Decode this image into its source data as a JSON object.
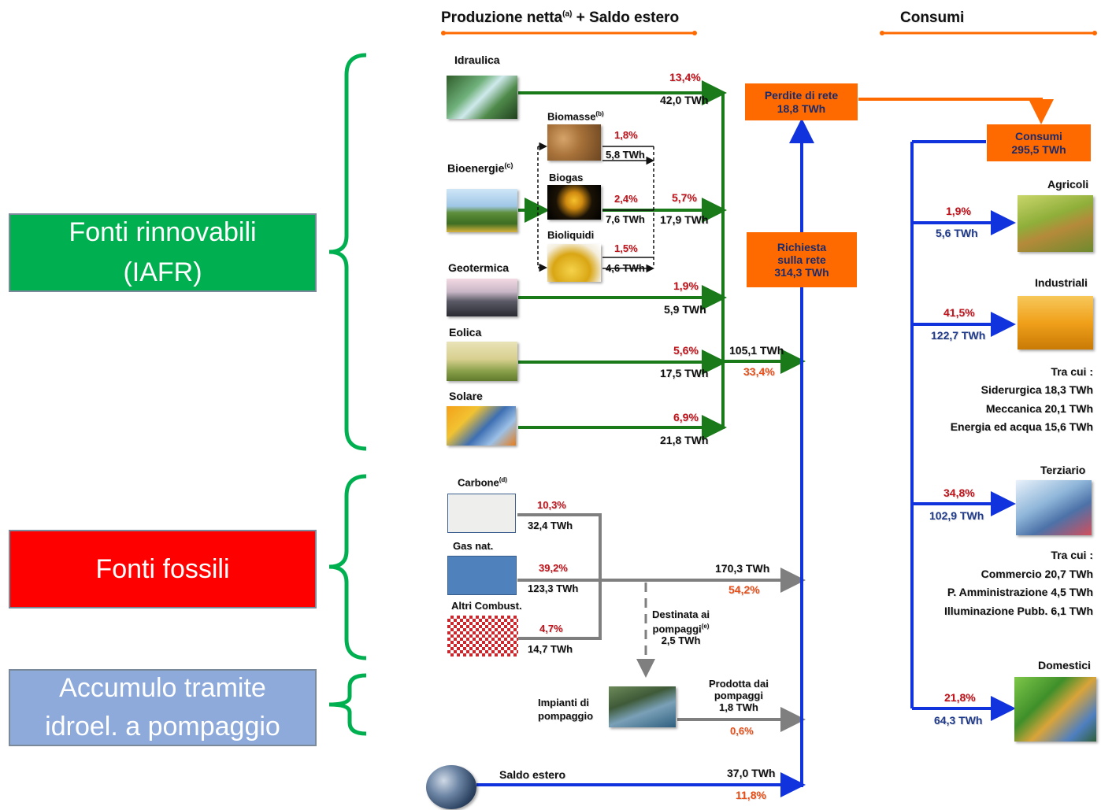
{
  "headers": {
    "production": "Produzione netta",
    "production_sup": "(a)",
    "production_plus": "+ Saldo estero",
    "consumption": "Consumi"
  },
  "categories": {
    "renewable_line1": "Fonti rinnovabili",
    "renewable_line2": "(IAFR)",
    "fossil": "Fonti fossili",
    "storage_line1": "Accumulo tramite",
    "storage_line2": "idroel. a pompaggio"
  },
  "renewables": {
    "hydro": {
      "label": "Idraulica",
      "pct": "13,4%",
      "twh": "42,0 TWh"
    },
    "bioenergy": {
      "label": "Bioenergie",
      "sup": "(c)",
      "pct": "5,7%",
      "twh": "17,9 TWh"
    },
    "biomass": {
      "label": "Biomasse",
      "sup": "(b)",
      "pct": "1,8%",
      "twh": "5,8 TWh"
    },
    "biogas": {
      "label": "Biogas",
      "pct": "2,4%",
      "twh": "7,6 TWh"
    },
    "bioliquids": {
      "label": "Bioliquidi",
      "pct": "1,5%",
      "twh": "4,6 TWh"
    },
    "geothermal": {
      "label": "Geotermica",
      "pct": "1,9%",
      "twh": "5,9 TWh"
    },
    "wind": {
      "label": "Eolica",
      "pct": "5,6%",
      "twh": "17,5 TWh"
    },
    "solar": {
      "label": "Solare",
      "pct": "6,9%",
      "twh": "21,8 TWh"
    },
    "total_twh": "105,1 TWh",
    "total_pct": "33,4%"
  },
  "fossils": {
    "coal": {
      "label": "Carbone",
      "sup": "(d)",
      "pct": "10,3%",
      "twh": "32,4 TWh"
    },
    "gas": {
      "label": "Gas nat.",
      "pct": "39,2%",
      "twh": "123,3 TWh"
    },
    "other": {
      "label": "Altri Combust.",
      "pct": "4,7%",
      "twh": "14,7 TWh"
    },
    "total_twh": "170,3 TWh",
    "total_pct": "54,2%"
  },
  "pumping": {
    "dest_line1": "Destinata ai",
    "dest_line2": "pompaggi",
    "dest_sup": "(e)",
    "dest_twh": "2,5 TWh",
    "plant_line1": "Impianti di",
    "plant_line2": "pompaggio",
    "prod_line1": "Prodotta dai",
    "prod_line2": "pompaggi",
    "prod_twh": "1,8 TWh",
    "prod_pct": "0,6%"
  },
  "foreign": {
    "label": "Saldo estero",
    "twh": "37,0 TWh",
    "pct": "11,8%"
  },
  "grid": {
    "losses_line1": "Perdite di rete",
    "losses_line2": "18,8 TWh",
    "demand_line1": "Richiesta",
    "demand_line2": "sulla rete",
    "demand_line3": "314,3 TWh",
    "consumption_line1": "Consumi",
    "consumption_line2": "295,5 TWh"
  },
  "sectors": {
    "agri": {
      "label": "Agricoli",
      "pct": "1,9%",
      "twh": "5,6 TWh"
    },
    "industry": {
      "label": "Industriali",
      "pct": "41,5%",
      "twh": "122,7 TWh",
      "detail_title": "Tra cui :",
      "details": [
        "Siderurgica 18,3 TWh",
        "Meccanica 20,1 TWh",
        "Energia ed acqua 15,6 TWh"
      ]
    },
    "tertiary": {
      "label": "Terziario",
      "pct": "34,8%",
      "twh": "102,9 TWh",
      "detail_title": "Tra cui :",
      "details": [
        "Commercio 20,7 TWh",
        "P. Amministrazione 4,5 TWh",
        "Illuminazione Pubb. 6,1 TWh"
      ]
    },
    "domestic": {
      "label": "Domestici",
      "pct": "21,8%",
      "twh": "64,3 TWh"
    }
  },
  "colors": {
    "renewable": "#00b050",
    "fossil": "#ff0000",
    "storage": "#8eaadb",
    "green_flow": "#1a7a1a",
    "grey_flow": "#7f7f7f",
    "blue_flow": "#1133dd",
    "orange": "#ff6a00"
  }
}
